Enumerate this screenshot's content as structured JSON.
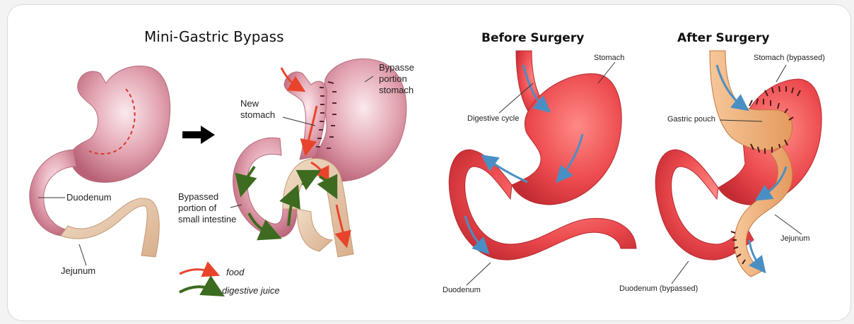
{
  "titles": {
    "main": "Mini-Gastric Bypass",
    "before": "Before Surgery",
    "after": "After Surgery"
  },
  "left_labels": {
    "duodenum": "Duodenum",
    "jejunum": "Jejunum",
    "new_stomach": "New\nstomach",
    "bypassed_stomach": "Bypasse\nportion\nstomach",
    "bypassed_intestine": "Bypassed\nportion of\nsmall intestine"
  },
  "legend": {
    "food": "food",
    "digestive_juice": "digestive juice"
  },
  "before_labels": {
    "stomach": "Stomach",
    "digestive_cycle": "Digestive cycle",
    "duodenum": "Duodenum"
  },
  "after_labels": {
    "stomach_bypassed": "Stomach (bypassed)",
    "gastric_pouch": "Gastric pouch",
    "jejunum": "Jejunum",
    "duodenum_bypassed": "Duodenum (bypassed)"
  },
  "colors": {
    "stomach_pink": "#d98a9a",
    "intestine_tan": "#e2c2a0",
    "organ_red": "#e8434a",
    "food_arrow": "#e8442b",
    "juice_arrow": "#3d6b1f",
    "flow_blue": "#5aa0d0",
    "pouch_orange": "#e9a46a"
  }
}
